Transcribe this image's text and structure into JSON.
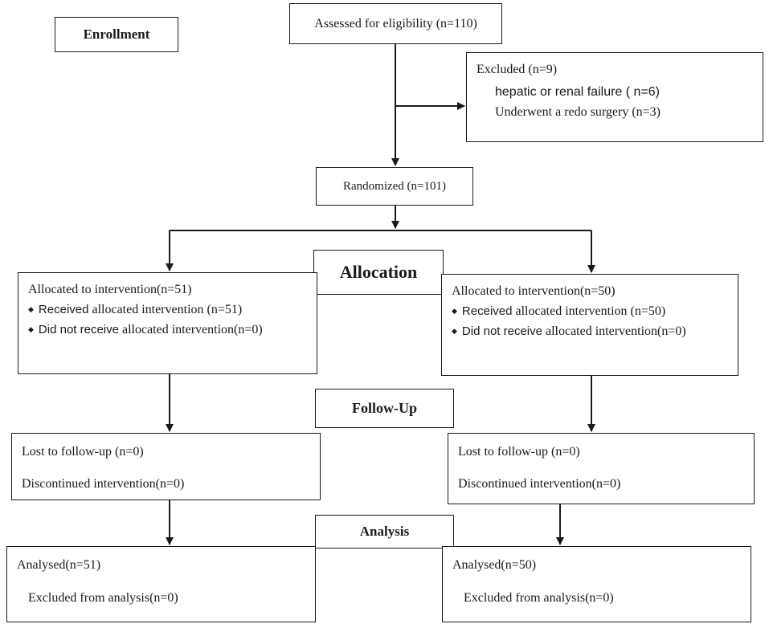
{
  "enrollment": {
    "label": "Enrollment"
  },
  "assessed": {
    "label": "Assessed for eligibility (n=110)"
  },
  "excluded": {
    "title": "Excluded  (n=9)",
    "reasons": [
      "hepatic or renal failure ( n=6)",
      "Underwent a redo surgery (n=3)"
    ]
  },
  "randomized": {
    "label": "Randomized (n=101)"
  },
  "allocation": {
    "label": "Allocation",
    "left": {
      "title": "Allocated to intervention(n=51)",
      "items": [
        {
          "bullet": "◆",
          "bold_part": "Received",
          "rest": " allocated intervention (n=51)"
        },
        {
          "bullet": "◆",
          "bold_part": "Did not  receive",
          "rest": " allocated intervention(n=0)"
        }
      ]
    },
    "right": {
      "title": "Allocated to intervention(n=50)",
      "items": [
        {
          "bullet": "◆",
          "bold_part": "Received",
          "rest": " allocated intervention (n=50)"
        },
        {
          "bullet": "◆",
          "bold_part": "Did not  receive",
          "rest": " allocated intervention(n=0)"
        }
      ]
    }
  },
  "followup": {
    "label": "Follow-Up",
    "left": {
      "lost": "Lost to follow-up (n=0)",
      "discontinued": "Discontinued intervention(n=0)"
    },
    "right": {
      "lost": "Lost to follow-up (n=0)",
      "discontinued": "Discontinued intervention(n=0)"
    }
  },
  "analysis": {
    "label": "Analysis",
    "left": {
      "analysed": "Analysed(n=51)",
      "excluded": "Excluded  from analysis(n=0)"
    },
    "right": {
      "analysed": "Analysed(n=50)",
      "excluded": "Excluded  from analysis(n=0)"
    }
  },
  "colors": {
    "line": "#1a1a1a",
    "background": "#ffffff"
  }
}
